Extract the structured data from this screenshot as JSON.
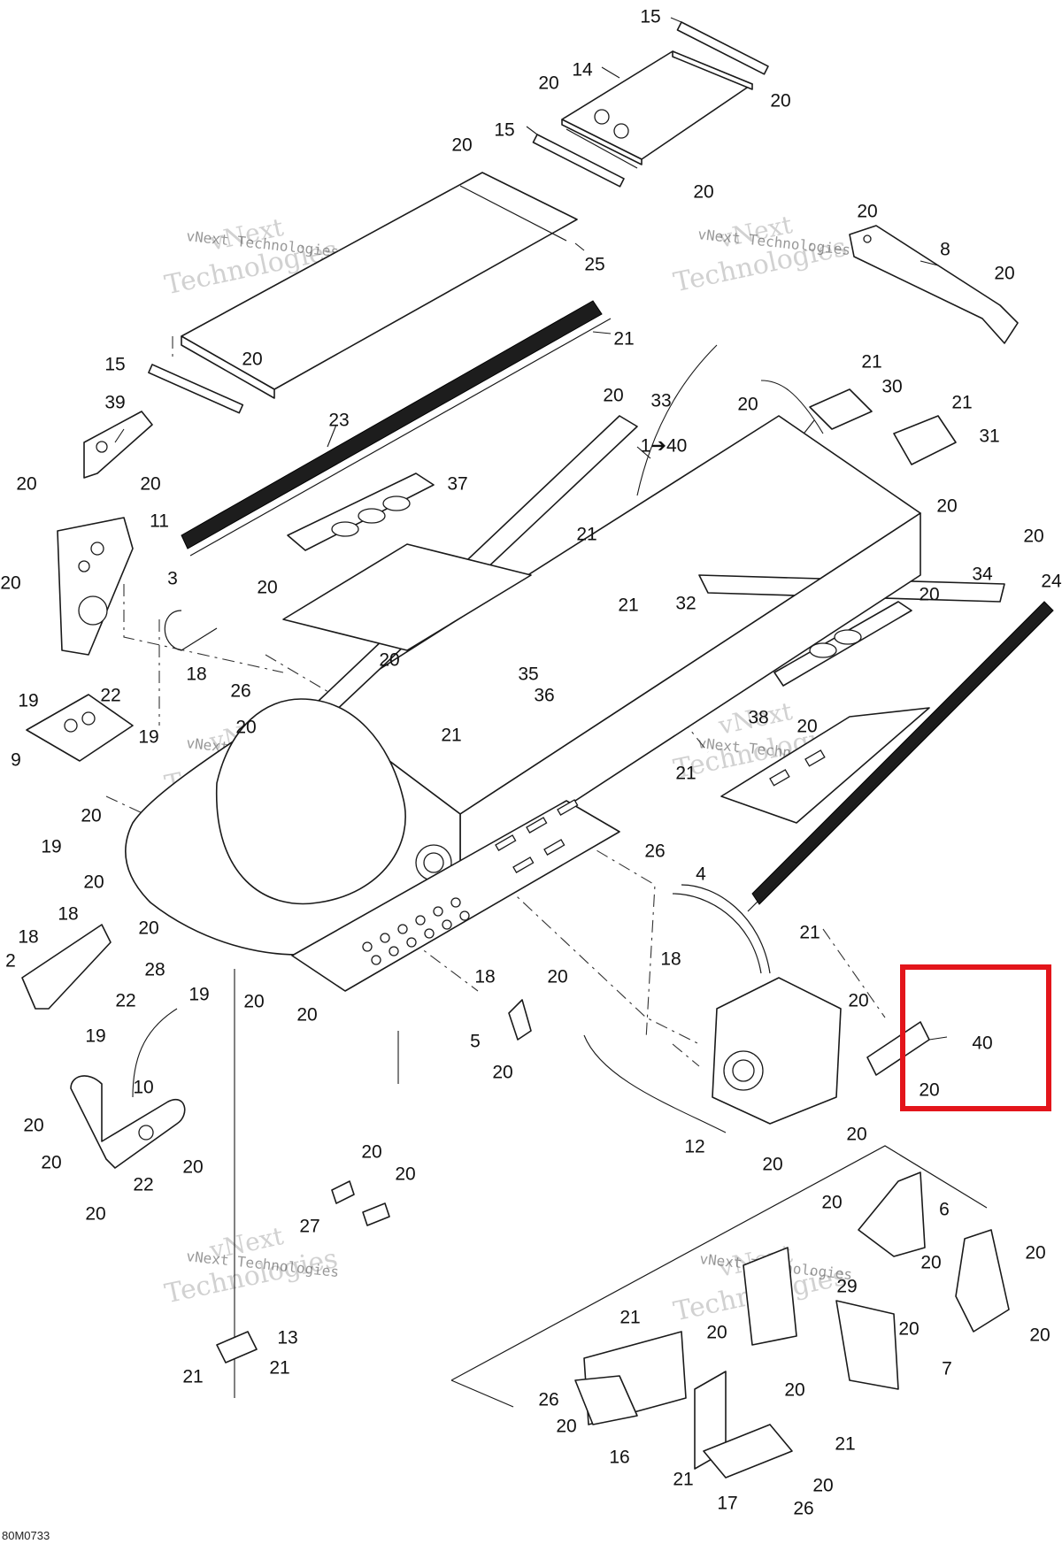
{
  "diagram": {
    "reference_code": "80M0733",
    "highlight_callout": "40",
    "watermark": {
      "line1": "vNext",
      "line2": "Technologies",
      "small": "vNext Technologies"
    },
    "callouts": [
      {
        "id": "c15a",
        "label": "15"
      },
      {
        "id": "c14",
        "label": "14"
      },
      {
        "id": "c20a",
        "label": "20"
      },
      {
        "id": "c20b",
        "label": "20"
      },
      {
        "id": "c15b",
        "label": "15"
      },
      {
        "id": "c20c",
        "label": "20"
      },
      {
        "id": "c20d",
        "label": "20"
      },
      {
        "id": "c25",
        "label": "25"
      },
      {
        "id": "c20e",
        "label": "20"
      },
      {
        "id": "c8",
        "label": "8"
      },
      {
        "id": "c20f",
        "label": "20"
      },
      {
        "id": "c21a",
        "label": "21"
      },
      {
        "id": "c15c",
        "label": "15"
      },
      {
        "id": "c20g",
        "label": "20"
      },
      {
        "id": "c39",
        "label": "39"
      },
      {
        "id": "c23",
        "label": "23"
      },
      {
        "id": "c21b",
        "label": "21"
      },
      {
        "id": "c30",
        "label": "30"
      },
      {
        "id": "c20h",
        "label": "20"
      },
      {
        "id": "c33",
        "label": "33"
      },
      {
        "id": "c20i",
        "label": "20"
      },
      {
        "id": "c140",
        "label": "1➔40"
      },
      {
        "id": "c21c",
        "label": "21"
      },
      {
        "id": "c31",
        "label": "31"
      },
      {
        "id": "c20j",
        "label": "20"
      },
      {
        "id": "c20k",
        "label": "20"
      },
      {
        "id": "c37",
        "label": "37"
      },
      {
        "id": "c20l",
        "label": "20"
      },
      {
        "id": "c20m",
        "label": "20"
      },
      {
        "id": "c11",
        "label": "11"
      },
      {
        "id": "c20n",
        "label": "20"
      },
      {
        "id": "c24",
        "label": "24"
      },
      {
        "id": "c34",
        "label": "34"
      },
      {
        "id": "c20o",
        "label": "20"
      },
      {
        "id": "c21d",
        "label": "21"
      },
      {
        "id": "c20p",
        "label": "20"
      },
      {
        "id": "c3",
        "label": "3"
      },
      {
        "id": "c21e",
        "label": "21"
      },
      {
        "id": "c32",
        "label": "32"
      },
      {
        "id": "c18a",
        "label": "18"
      },
      {
        "id": "c26a",
        "label": "26"
      },
      {
        "id": "c20q",
        "label": "20"
      },
      {
        "id": "c35",
        "label": "35"
      },
      {
        "id": "c36",
        "label": "36"
      },
      {
        "id": "c19a",
        "label": "19"
      },
      {
        "id": "c22a",
        "label": "22"
      },
      {
        "id": "c19b",
        "label": "19"
      },
      {
        "id": "c20r",
        "label": "20"
      },
      {
        "id": "c21f",
        "label": "21"
      },
      {
        "id": "c38",
        "label": "38"
      },
      {
        "id": "c20s",
        "label": "20"
      },
      {
        "id": "c9",
        "label": "9"
      },
      {
        "id": "c20t",
        "label": "20"
      },
      {
        "id": "c21g",
        "label": "21"
      },
      {
        "id": "c19c",
        "label": "19"
      },
      {
        "id": "c20u",
        "label": "20"
      },
      {
        "id": "c26b",
        "label": "26"
      },
      {
        "id": "c4",
        "label": "4"
      },
      {
        "id": "c18b",
        "label": "18"
      },
      {
        "id": "c18c",
        "label": "18"
      },
      {
        "id": "c20v",
        "label": "20"
      },
      {
        "id": "c21h",
        "label": "21"
      },
      {
        "id": "c2",
        "label": "2"
      },
      {
        "id": "c28",
        "label": "28"
      },
      {
        "id": "c18d",
        "label": "18"
      },
      {
        "id": "c19d",
        "label": "19"
      },
      {
        "id": "c20w",
        "label": "20"
      },
      {
        "id": "c20x",
        "label": "20"
      },
      {
        "id": "c22b",
        "label": "22"
      },
      {
        "id": "c18e",
        "label": "18"
      },
      {
        "id": "c20y",
        "label": "20"
      },
      {
        "id": "c20z",
        "label": "20"
      },
      {
        "id": "c40",
        "label": "40"
      },
      {
        "id": "c19e",
        "label": "19"
      },
      {
        "id": "c5",
        "label": "5"
      },
      {
        "id": "c20aa",
        "label": "20"
      },
      {
        "id": "c20ab",
        "label": "20"
      },
      {
        "id": "c10",
        "label": "10"
      },
      {
        "id": "c20ac",
        "label": "20"
      },
      {
        "id": "c20ad",
        "label": "20"
      },
      {
        "id": "c12",
        "label": "12"
      },
      {
        "id": "c20ae",
        "label": "20"
      },
      {
        "id": "c20af",
        "label": "20"
      },
      {
        "id": "c20ag",
        "label": "20"
      },
      {
        "id": "c22c",
        "label": "22"
      },
      {
        "id": "c20ah",
        "label": "20"
      },
      {
        "id": "c20ai",
        "label": "20"
      },
      {
        "id": "c20aj",
        "label": "20"
      },
      {
        "id": "c27",
        "label": "27"
      },
      {
        "id": "c20ak",
        "label": "20"
      },
      {
        "id": "c6",
        "label": "6"
      },
      {
        "id": "c20al",
        "label": "20"
      },
      {
        "id": "c20am",
        "label": "20"
      },
      {
        "id": "c29",
        "label": "29"
      },
      {
        "id": "c13",
        "label": "13"
      },
      {
        "id": "c21i",
        "label": "21"
      },
      {
        "id": "c21j",
        "label": "21"
      },
      {
        "id": "c21k",
        "label": "21"
      },
      {
        "id": "c20an",
        "label": "20"
      },
      {
        "id": "c20ao",
        "label": "20"
      },
      {
        "id": "c20ap",
        "label": "20"
      },
      {
        "id": "c7",
        "label": "7"
      },
      {
        "id": "c20aq",
        "label": "20"
      },
      {
        "id": "c26c",
        "label": "26"
      },
      {
        "id": "c20ar",
        "label": "20"
      },
      {
        "id": "c16",
        "label": "16"
      },
      {
        "id": "c21l",
        "label": "21"
      },
      {
        "id": "c21m",
        "label": "21"
      },
      {
        "id": "c20as",
        "label": "20"
      },
      {
        "id": "c17",
        "label": "17"
      },
      {
        "id": "c26d",
        "label": "26"
      }
    ]
  }
}
